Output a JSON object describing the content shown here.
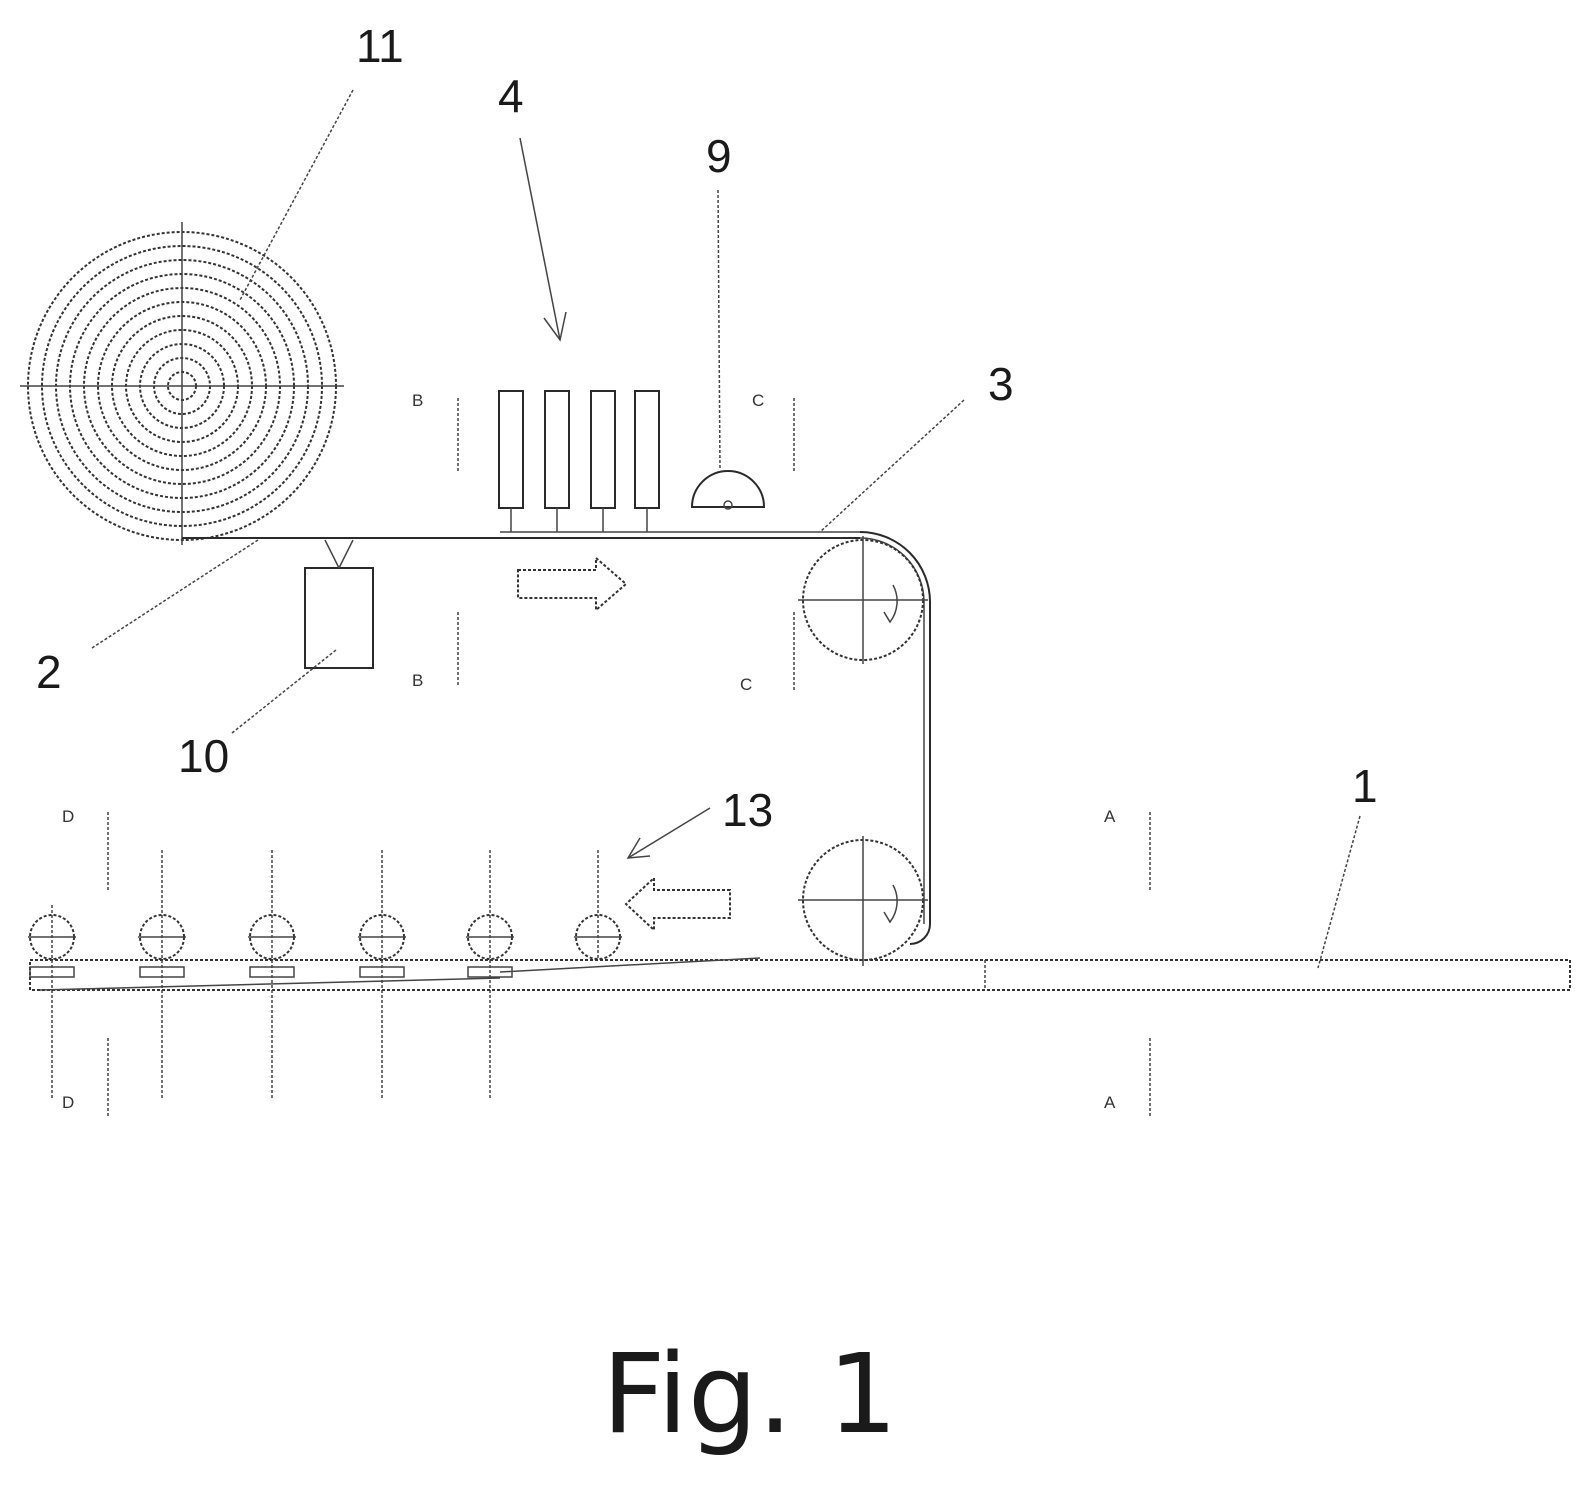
{
  "figure": {
    "caption": "Fig. 1",
    "reference_numerals": {
      "n1": "1",
      "n2": "2",
      "n3": "3",
      "n4": "4",
      "n9": "9",
      "n10": "10",
      "n11": "11",
      "n13": "13"
    },
    "section_labels": {
      "A": "A",
      "B": "B",
      "C": "C",
      "D": "D"
    }
  },
  "colors": {
    "line": "#2a2a2a",
    "background": "#ffffff"
  }
}
